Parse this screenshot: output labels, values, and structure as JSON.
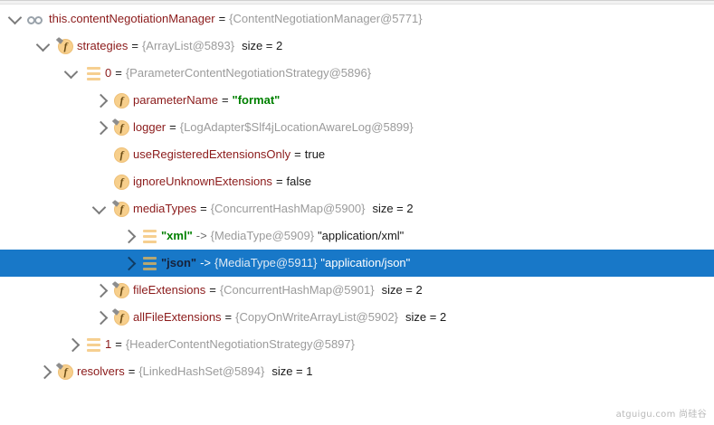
{
  "panel": {
    "name": "debugger-variables-tree",
    "watermark": "atguigu.com 尚硅谷",
    "selection_color": "#1878c8",
    "name_color": "#8b1a1a",
    "reference_color": "#9b9b9b",
    "string_color": "#008000"
  },
  "rows": [
    {
      "indent": 0,
      "toggle": "expanded",
      "icon": "glasses-icon",
      "name": "this.contentNegotiationManager",
      "eq": "=",
      "ref": "{ContentNegotiationManager@5771}",
      "value": "",
      "size": "",
      "selected": false
    },
    {
      "indent": 1,
      "toggle": "expanded",
      "icon": "field-final-icon",
      "name": "strategies",
      "eq": "=",
      "ref": "{ArrayList@5893}",
      "value": "",
      "size": "size = 2",
      "selected": false
    },
    {
      "indent": 2,
      "toggle": "expanded",
      "icon": "list-entry-icon",
      "name": "0",
      "eq": "=",
      "ref": "{ParameterContentNegotiationStrategy@5896}",
      "value": "",
      "size": "",
      "selected": false
    },
    {
      "indent": 3,
      "toggle": "collapsed",
      "icon": "field-icon",
      "name": "parameterName",
      "eq": "=",
      "ref": "",
      "value": "\"format\"",
      "value_kind": "string",
      "size": "",
      "selected": false
    },
    {
      "indent": 3,
      "toggle": "collapsed",
      "icon": "field-final-icon",
      "name": "logger",
      "eq": "=",
      "ref": "{LogAdapter$Slf4jLocationAwareLog@5899}",
      "value": "",
      "size": "",
      "selected": false
    },
    {
      "indent": 3,
      "toggle": "none",
      "icon": "field-icon",
      "name": "useRegisteredExtensionsOnly",
      "eq": "=",
      "ref": "",
      "value": "true",
      "value_kind": "plain",
      "size": "",
      "selected": false
    },
    {
      "indent": 3,
      "toggle": "none",
      "icon": "field-icon",
      "name": "ignoreUnknownExtensions",
      "eq": "=",
      "ref": "",
      "value": "false",
      "value_kind": "plain",
      "size": "",
      "selected": false
    },
    {
      "indent": 3,
      "toggle": "expanded",
      "icon": "field-final-icon",
      "name": "mediaTypes",
      "eq": "=",
      "ref": "{ConcurrentHashMap@5900}",
      "value": "",
      "size": "size = 2",
      "selected": false
    },
    {
      "indent": 4,
      "toggle": "collapsed",
      "icon": "list-entry-icon",
      "key": "\"xml\"",
      "map_arrow": "->",
      "ref": "{MediaType@5909}",
      "value": "\"application/xml\"",
      "value_kind": "plain",
      "size": "",
      "selected": false
    },
    {
      "indent": 4,
      "toggle": "collapsed",
      "icon": "list-entry-icon",
      "key": "\"json\"",
      "map_arrow": "->",
      "ref": "{MediaType@5911}",
      "value": "\"application/json\"",
      "value_kind": "plain",
      "size": "",
      "selected": true
    },
    {
      "indent": 3,
      "toggle": "collapsed",
      "icon": "field-final-icon",
      "name": "fileExtensions",
      "eq": "=",
      "ref": "{ConcurrentHashMap@5901}",
      "value": "",
      "size": "size = 2",
      "selected": false
    },
    {
      "indent": 3,
      "toggle": "collapsed",
      "icon": "field-final-icon",
      "name": "allFileExtensions",
      "eq": "=",
      "ref": "{CopyOnWriteArrayList@5902}",
      "value": "",
      "size": "size = 2",
      "selected": false
    },
    {
      "indent": 2,
      "toggle": "collapsed",
      "icon": "list-entry-icon",
      "name": "1",
      "eq": "=",
      "ref": "{HeaderContentNegotiationStrategy@5897}",
      "value": "",
      "size": "",
      "selected": false
    },
    {
      "indent": 1,
      "toggle": "collapsed",
      "icon": "field-final-icon",
      "name": "resolvers",
      "eq": "=",
      "ref": "{LinkedHashSet@5894}",
      "value": "",
      "size": "size = 1",
      "selected": false
    }
  ]
}
